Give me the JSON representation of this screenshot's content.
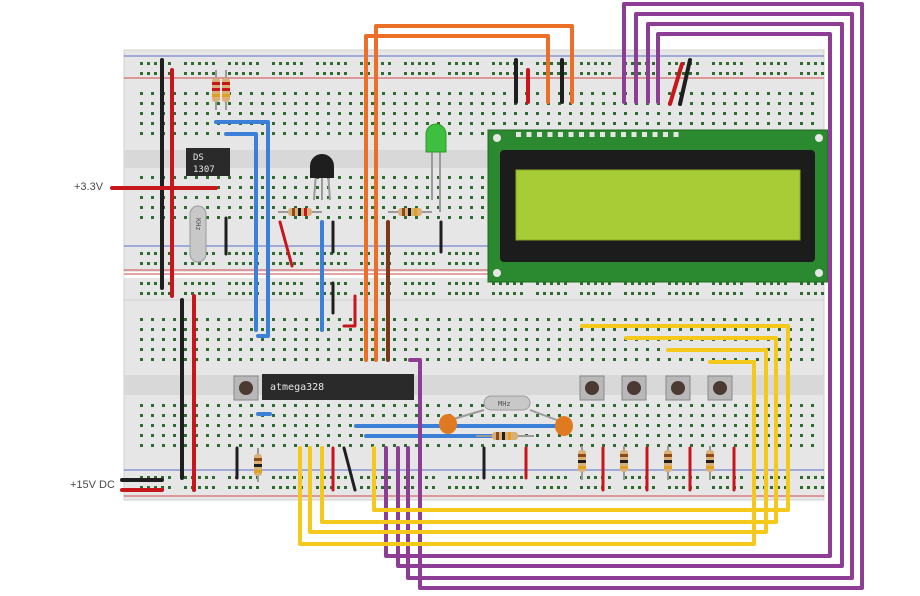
{
  "labels": {
    "supply_33": "+3.3V",
    "supply_15": "+15V DC"
  },
  "components": {
    "rtc_chip": {
      "line1": "DS",
      "line2": "1307"
    },
    "mcu_chip": "atmega328",
    "crystal_rtc": "KHz",
    "crystal_mcu": "MHz"
  },
  "colors": {
    "wire_red": "#c8161d",
    "wire_black": "#1e1e1e",
    "wire_blue": "#3c7fd6",
    "wire_orange": "#ec6f28",
    "wire_purple": "#8e3d94",
    "wire_yellow": "#f5c81c",
    "wire_brown": "#7a3a1a",
    "lcd_pcb": "#2b8a2f",
    "lcd_screen": "#a8cc35",
    "led_green": "#3fbf3f",
    "breadboard": "#e8e8e8"
  }
}
